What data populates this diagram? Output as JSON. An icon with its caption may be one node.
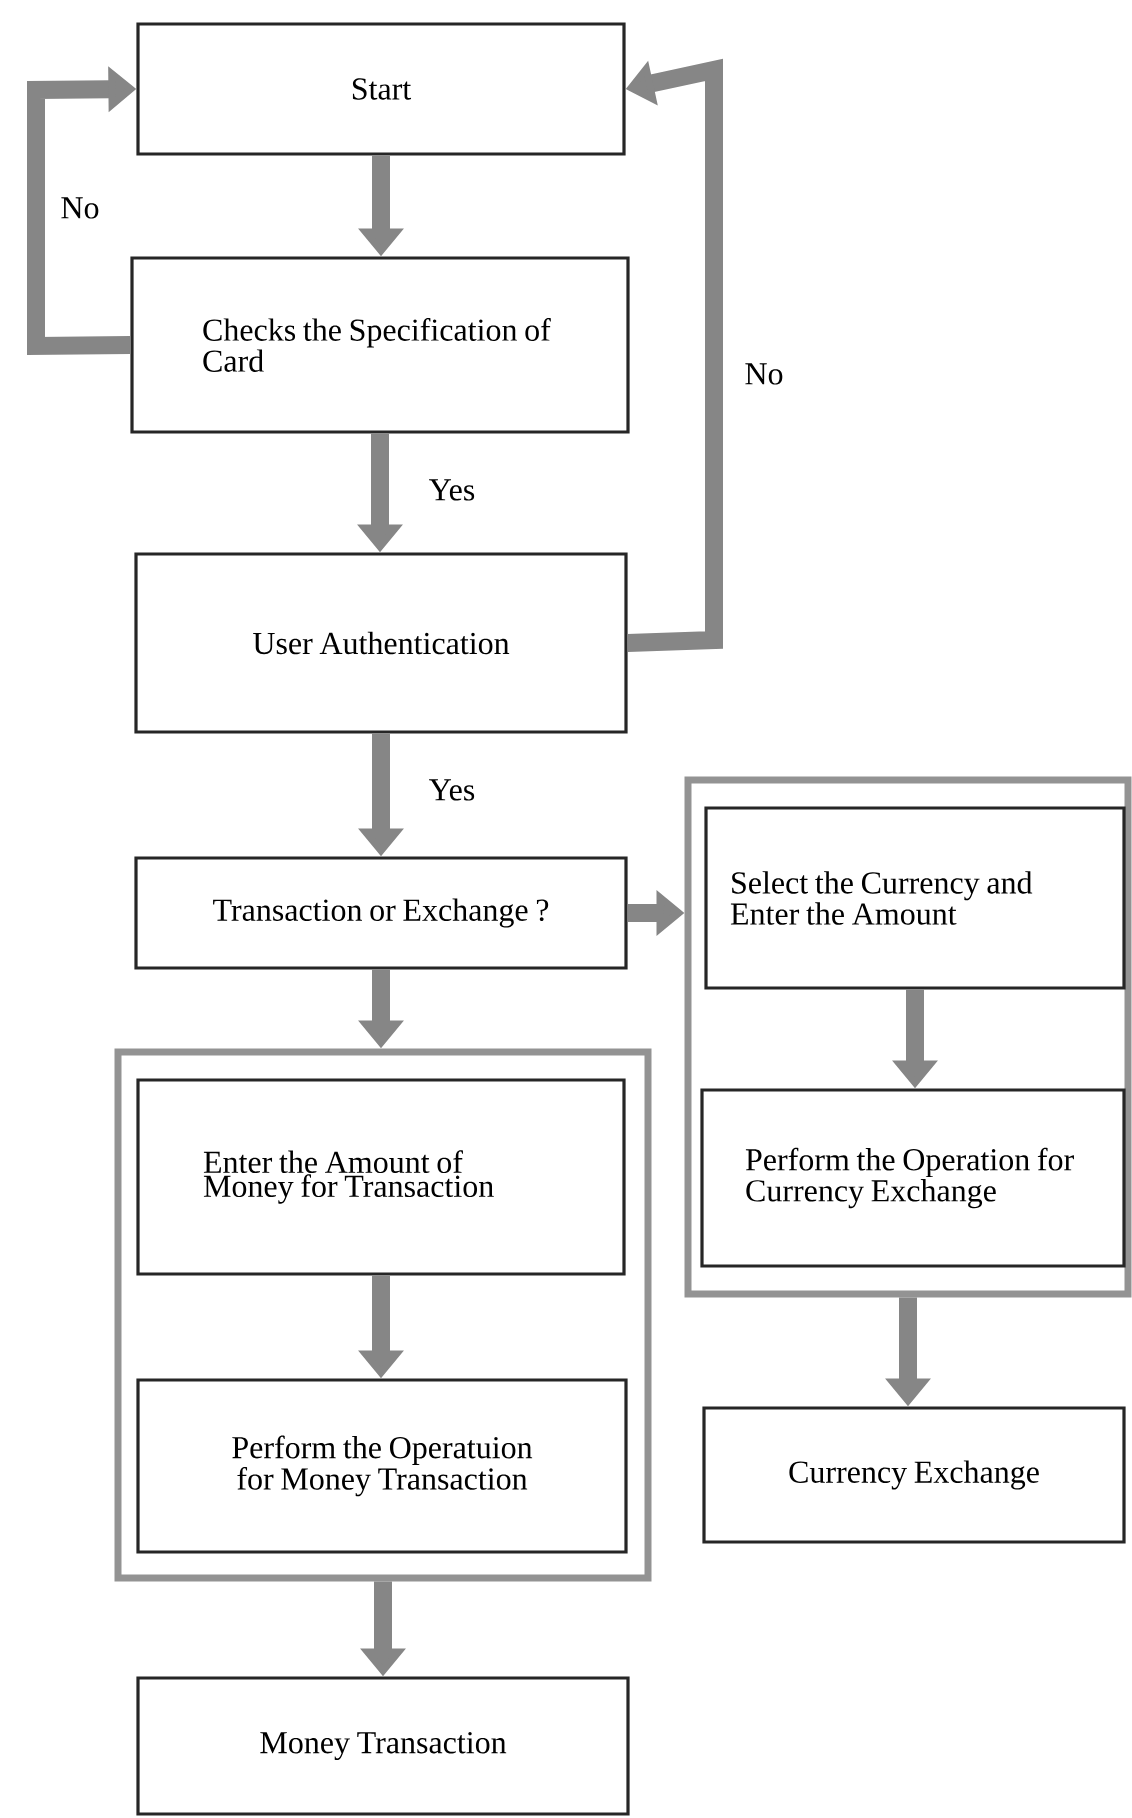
{
  "diagram": {
    "nodes": [
      {
        "text": [
          "Start"
        ]
      },
      {
        "text": [
          "Checks the Specification of Card"
        ]
      },
      {
        "text": [
          "User Authentication"
        ]
      },
      {
        "text": [
          "Transaction or Exchange ?"
        ]
      },
      {
        "text": [],
        "shape": "box"
      },
      {
        "text": [
          "Enter the Amount of Money for Transaction"
        ],
        "in": 4
      },
      {
        "text": [
          "Perform the Operatuion for Money Transaction"
        ],
        "in": 4
      },
      {
        "text": [
          "Money Transaction"
        ]
      },
      {
        "text": [],
        "shape": "box"
      },
      {
        "text": [
          "Select the Currency and Enter the Amount"
        ],
        "in": 8
      },
      {
        "text": [
          "Perform the Operation for Currency Exchange"
        ],
        "in": 8
      },
      {
        "text": [
          "Currency Exchange"
        ]
      }
    ],
    "edges": [
      {
        "from": 0,
        "to": 1,
        "arrow": "to"
      },
      {
        "from": 1,
        "to": 2,
        "arrow": "to",
        "label": "Yes"
      },
      {
        "from": 1,
        "to": 0,
        "arrow": "to",
        "label": "No"
      },
      {
        "from": 2,
        "to": 0,
        "arrow": "to",
        "label": "No"
      },
      {
        "from": 2,
        "to": 3,
        "arrow": "to",
        "label": "Yes"
      },
      {
        "from": 3,
        "to": 8,
        "arrow": "to"
      },
      {
        "from": 3,
        "to": 4,
        "arrow": "to"
      },
      {
        "from": 5,
        "to": 6,
        "arrow": "to"
      },
      {
        "from": 4,
        "to": 7,
        "arrow": "to"
      },
      {
        "from": 9,
        "to": 10,
        "arrow": "to"
      },
      {
        "from": 8,
        "to": 11,
        "arrow": "to"
      }
    ]
  }
}
